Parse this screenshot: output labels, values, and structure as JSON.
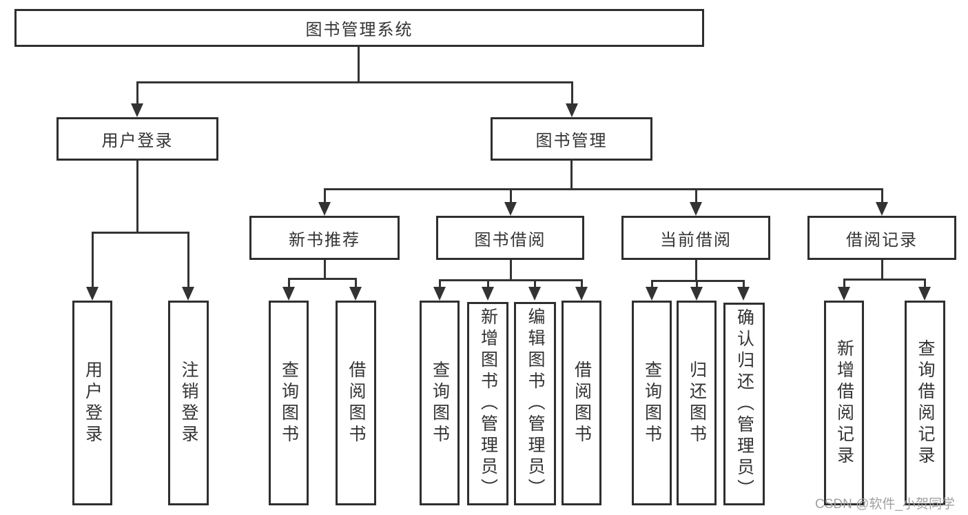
{
  "diagram_title": "图书管理系统",
  "nodes": {
    "root": "图书管理系统",
    "user_login": "用户登录",
    "book_management": "图书管理",
    "new_book_recommend": "新书推荐",
    "book_borrowing": "图书借阅",
    "current_borrowing": "当前借阅",
    "borrowing_records": "借阅记录",
    "leaf_user_login": "用户登录",
    "leaf_logout": "注销登录",
    "leaf_query_books_recommend": "查询图书",
    "leaf_borrow_books_recommend": "借阅图书",
    "leaf_query_books_borrowing": "查询图书",
    "leaf_add_books_admin": "新增图书（管理员）",
    "leaf_edit_books_admin": "编辑图书（管理员）",
    "leaf_borrow_books_borrowing": "借阅图书",
    "leaf_query_books_current": "查询图书",
    "leaf_return_books": "归还图书",
    "leaf_confirm_return_admin": "确认归还（管理员）",
    "leaf_add_borrow_record": "新增借阅记录",
    "leaf_query_borrow_record": "查询借阅记录"
  },
  "watermark": "CSDN @软件_小贺同学",
  "colors": {
    "line": "#333333",
    "border": "#2e2e2e",
    "text": "#333333",
    "watermark": "#a0a0a0",
    "background": "#ffffff"
  }
}
